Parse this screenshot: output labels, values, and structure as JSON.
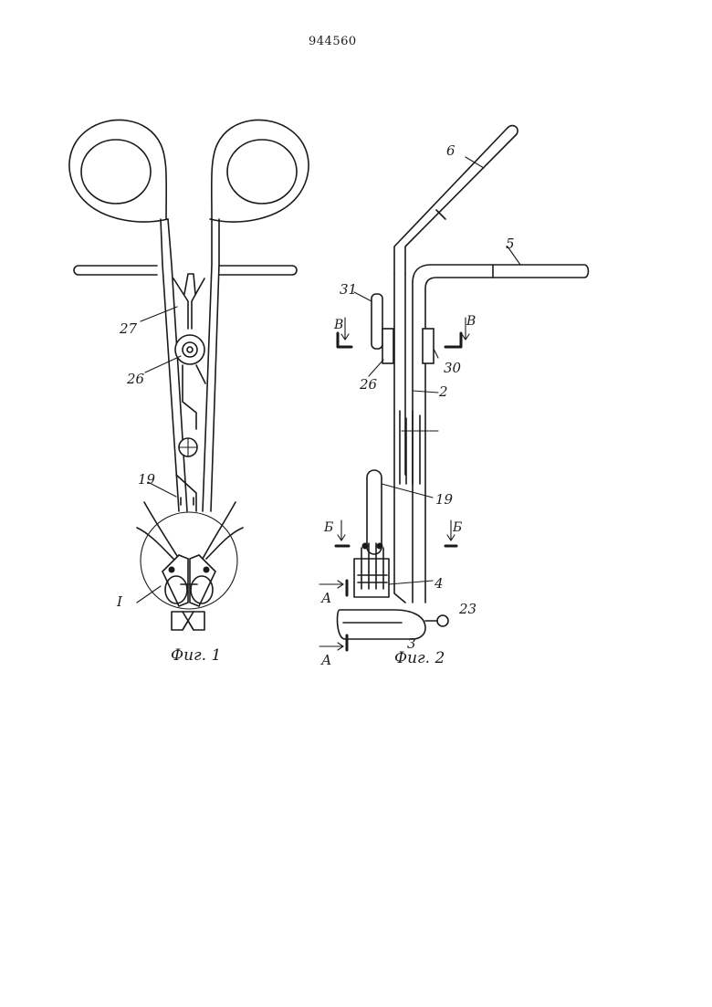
{
  "patent_number": "944560",
  "figures": [
    {
      "caption": "Фиг. 1"
    },
    {
      "caption": "Фиг. 2"
    }
  ],
  "fig1_labels": {
    "l27": "27",
    "l26": "26",
    "l19": "19",
    "lI": "I"
  },
  "fig2_labels": {
    "l6": "6",
    "l5": "5",
    "l31": "31",
    "l26": "26",
    "l30": "30",
    "l2": "2",
    "l19": "19",
    "l4": "4",
    "l23": "23",
    "l3": "3"
  },
  "section_marks": {
    "v_left": "В",
    "v_right": "В",
    "b_left": "Б",
    "b_right": "Б",
    "a_top": "А",
    "a_bottom": "А"
  }
}
